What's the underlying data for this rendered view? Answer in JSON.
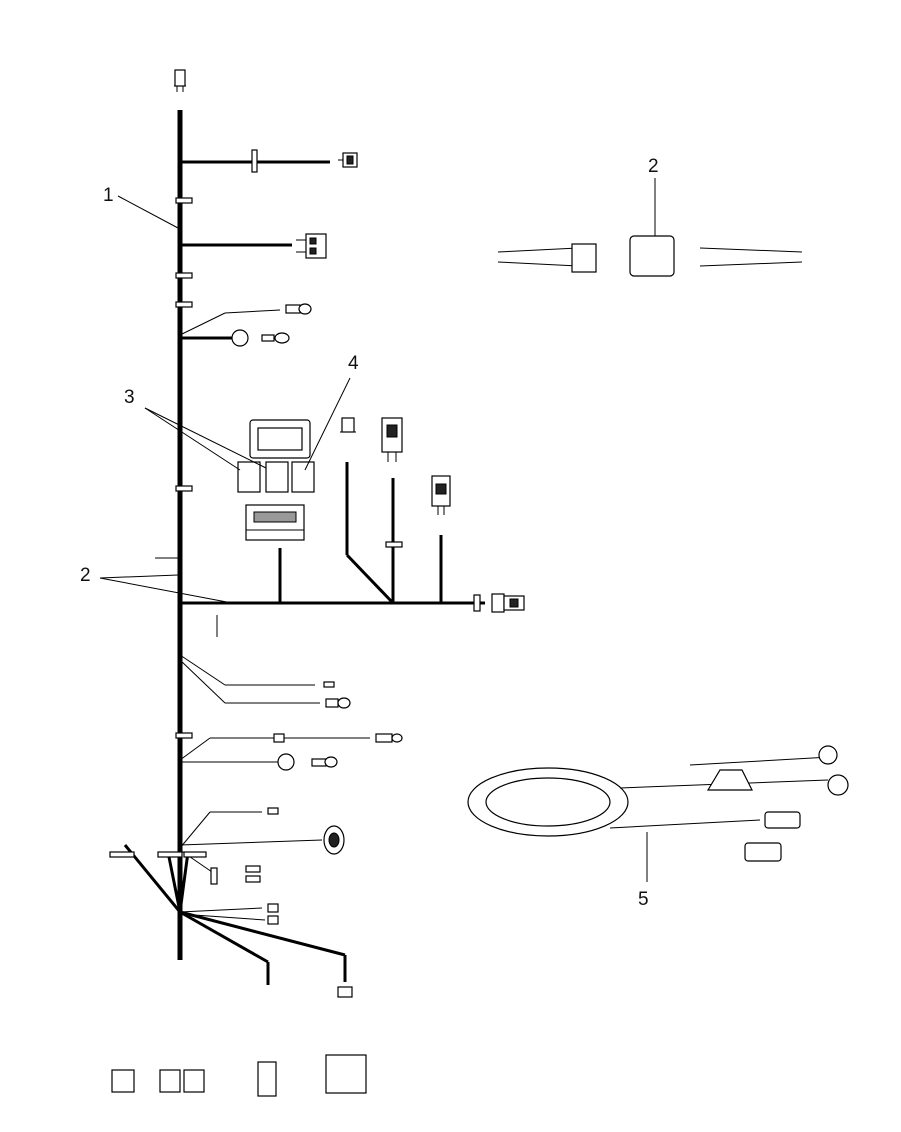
{
  "callouts": [
    {
      "id": "1",
      "text": "1"
    },
    {
      "id": "2a",
      "text": "2"
    },
    {
      "id": "2b",
      "text": "2"
    },
    {
      "id": "3",
      "text": "3"
    },
    {
      "id": "4",
      "text": "4"
    },
    {
      "id": "5",
      "text": "5"
    }
  ],
  "colors": {
    "line": "#000000",
    "background": "#ffffff"
  }
}
